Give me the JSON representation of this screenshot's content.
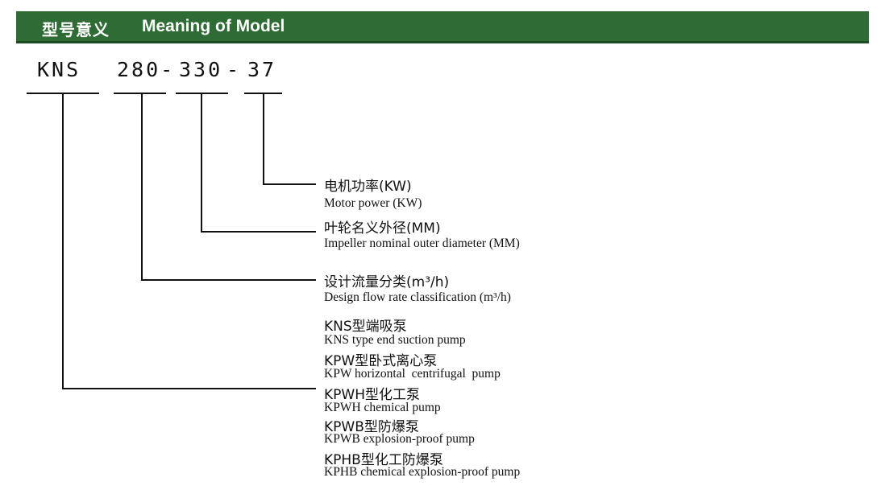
{
  "header": {
    "title_cn": "型号意义",
    "title_en": "Meaning of Model",
    "bg_color": "#2f6b35"
  },
  "model_code": {
    "prefix": "KNS",
    "flow": "280-",
    "impeller": "330",
    "sep": "-",
    "power": "37"
  },
  "items": [
    {
      "cn": "电机功率(KW)",
      "en": "Motor power (KW)"
    },
    {
      "cn": "叶轮名义外径(MM)",
      "en": "Impeller nominal outer diameter (MM)"
    },
    {
      "cn": "设计流量分类(m³/h)",
      "en": "Design flow rate classification (m³/h)"
    }
  ],
  "pump_types": [
    {
      "cn": "KNS型端吸泵",
      "en": "KNS type end suction pump"
    },
    {
      "cn": "KPW型卧式离心泵",
      "en": "KPW horizontal  centrifugal  pump"
    },
    {
      "cn": "KPWH型化工泵",
      "en": "KPWH chemical pump"
    },
    {
      "cn": "KPWB型防爆泵",
      "en": "KPWB explosion-proof pump"
    },
    {
      "cn": "KPHB型化工防爆泵",
      "en": "KPHB chemical explosion-proof pump"
    }
  ]
}
